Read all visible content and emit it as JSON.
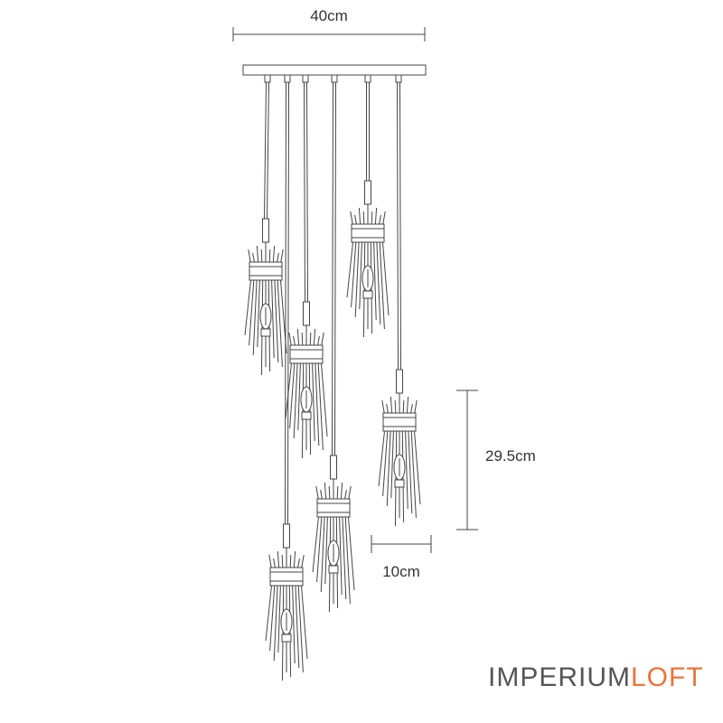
{
  "dimensions": {
    "canopy_width": "40cm",
    "shade_height": "29.5cm",
    "shade_width": "10cm"
  },
  "brand": {
    "name_main": "IMPERIUM",
    "name_accent": "LOFT",
    "accent_color": "#e8743b",
    "text_color": "#555555"
  },
  "colors": {
    "line": "#444444"
  },
  "pendant_count": 6
}
